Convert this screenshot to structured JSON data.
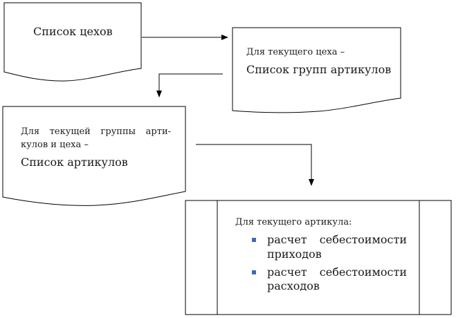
{
  "diagram": {
    "workshops": {
      "title": "Список цехов"
    },
    "groups": {
      "caption": "Для текущего цеха –",
      "title": "Список групп артикулов"
    },
    "articles": {
      "caption_line1": "Для текущей группы арти-",
      "caption_line2": "кулов и цеха –",
      "title": "Список артикулов"
    },
    "calculation": {
      "caption": "Для текущего артикула:",
      "items": [
        {
          "label": "расчет себестоимости приходов"
        },
        {
          "label": "расчет себестоимости расходов"
        }
      ]
    },
    "colors": {
      "stroke": "#000000",
      "bullet": "#3d6bb3",
      "text": "#1a1a1a"
    }
  }
}
